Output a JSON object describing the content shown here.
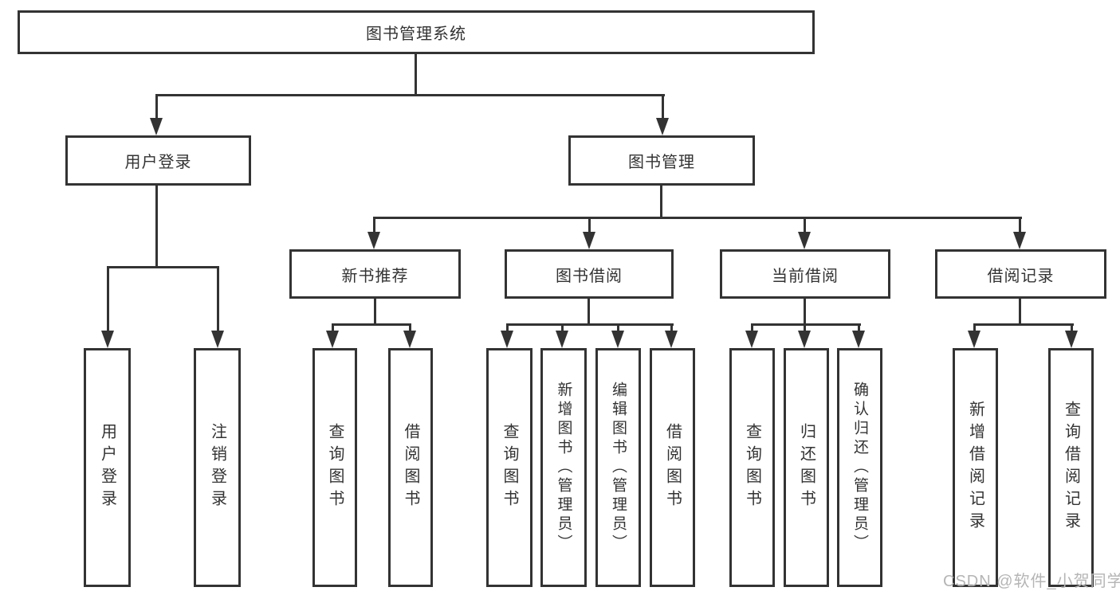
{
  "colors": {
    "line": "#333333",
    "box_border": "#333333",
    "text": "#333333",
    "background": "#ffffff",
    "watermark_text_color": "#b5b5b5"
  },
  "watermark": {
    "text": "CSDN @软件_小贺同学"
  },
  "tree": {
    "root": {
      "label": "图书管理系统"
    },
    "branches": [
      {
        "label": "用户登录",
        "children": [
          {
            "label": "用户登录"
          },
          {
            "label": "注销登录"
          }
        ]
      },
      {
        "label": "图书管理",
        "groups": [
          {
            "label": "新书推荐",
            "children": [
              {
                "label": "查询图书"
              },
              {
                "label": "借阅图书"
              }
            ]
          },
          {
            "label": "图书借阅",
            "children": [
              {
                "label": "查询图书"
              },
              {
                "label": "新增图书（管理员）"
              },
              {
                "label": "编辑图书（管理员）"
              },
              {
                "label": "借阅图书"
              }
            ]
          },
          {
            "label": "当前借阅",
            "children": [
              {
                "label": "查询图书"
              },
              {
                "label": "归还图书"
              },
              {
                "label": "确认归还（管理员）"
              }
            ]
          },
          {
            "label": "借阅记录",
            "children": [
              {
                "label": "新增借阅记录"
              },
              {
                "label": "查询借阅记录"
              }
            ]
          }
        ]
      }
    ]
  }
}
